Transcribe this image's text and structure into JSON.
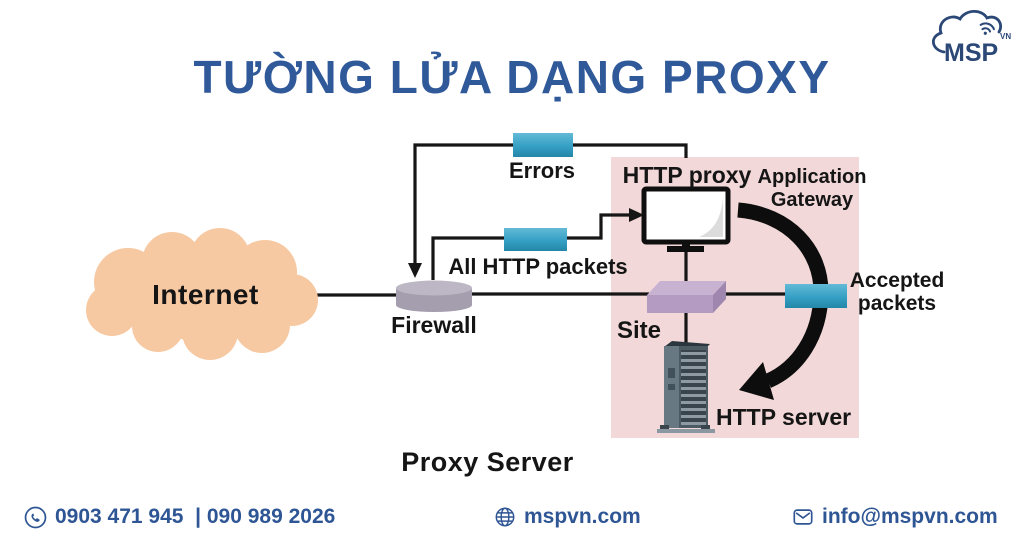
{
  "header": {
    "title": "TƯỜNG LỬA DẠNG PROXY",
    "logo": {
      "text": "MSP",
      "superscript": "VN"
    }
  },
  "diagram": {
    "caption": "Proxy Server",
    "nodes": {
      "internet": "Internet",
      "firewall": "Firewall",
      "http_proxy": "HTTP proxy",
      "application_gateway_line1": "Application",
      "application_gateway_line2": "Gateway",
      "site": "Site",
      "http_server": "HTTP server"
    },
    "packet_labels": {
      "errors": "Errors",
      "all_http": "All HTTP packets",
      "accepted_line1": "Accepted",
      "accepted_line2": "packets"
    },
    "colors": {
      "title_accent": "#30599a",
      "footer_accent": "#2e5594",
      "packet_box": "#35a0c4",
      "proxy_area": "#f2d8d8",
      "cloud": "#f7c9a2",
      "firewall_cylinder": "#a49eae",
      "site_box": "#b49bc2",
      "connector": "#161616"
    }
  },
  "footer": {
    "phone": "0903 471 945  | 090 989 2026",
    "website": "mspvn.com",
    "email": "info@mspvn.com"
  }
}
